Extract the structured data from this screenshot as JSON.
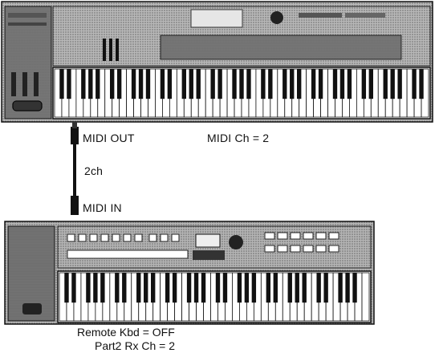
{
  "connection": {
    "out_label": "MIDI OUT",
    "channel_label": "MIDI Ch = 2",
    "cable_label": "2ch",
    "in_label": "MIDI IN"
  },
  "receiver_settings": {
    "line1": "Remote Kbd = OFF",
    "line2": "Part2  Rx Ch = 2"
  },
  "icons": {
    "top_device": "synthesizer-keyboard-icon",
    "bottom_device": "synthesizer-keyboard-icon",
    "cable": "midi-cable-icon"
  }
}
